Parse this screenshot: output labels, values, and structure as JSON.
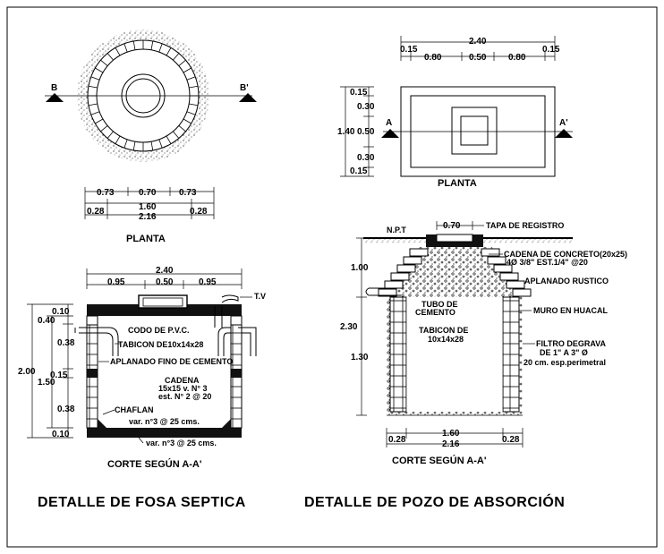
{
  "septic": {
    "plan": {
      "section_left": "B",
      "section_right": "B'",
      "dims_top": [
        "0.73",
        "0.70",
        "0.73"
      ],
      "dims_mid": "1.60",
      "dims_side_left": "0.28",
      "dims_side_right": "0.28",
      "dims_total": "2.16",
      "title": "PLANTA"
    },
    "section": {
      "dims_top_total": "2.40",
      "dims_top": [
        "0.95",
        "0.50",
        "0.95"
      ],
      "dims_left_total": "2.00",
      "dims_left_inner": "1.50",
      "dims_left": [
        "0.10",
        "0.40",
        "0.38",
        "0.15",
        "0.38",
        "0.10"
      ],
      "labels": {
        "tv": "T.V",
        "codo": "CODO DE P.V.C.",
        "tabicon": "TABICON DE10x14x28",
        "aplanado": "APLANADO FINO DE CEMENTO",
        "cadena1": "CADENA",
        "cadena2": "15x15 v. N° 3",
        "cadena3": "est. N° 2 @ 20",
        "chaflan": "CHAFLAN",
        "var1": "var. n°3 @ 25 cms.",
        "var2": "var. n°3 @ 25 cms."
      },
      "title": "CORTE SEGÚN A-A'"
    },
    "heading": "DETALLE DE FOSA SEPTICA"
  },
  "pozo": {
    "plan": {
      "dims_top_total": "2.40",
      "dims_top_small": [
        "0.15",
        "0.15"
      ],
      "dims_top": [
        "0.80",
        "0.50",
        "0.80"
      ],
      "dims_left_total": "1.40",
      "dims_left": [
        "0.15",
        "0.30",
        "0.50",
        "0.30",
        "0.15"
      ],
      "section_left": "A",
      "section_right": "A'",
      "title": "PLANTA"
    },
    "section": {
      "npt": "N.P.T",
      "dim_top": "0.70",
      "dims_left_total": "2.30",
      "dims_left": [
        "1.00",
        "1.30"
      ],
      "labels": {
        "tapa": "TAPA DE REGISTRO",
        "cadena1": "CADENA DE CONCRETO(20x25)",
        "cadena2": "4Ø 3/8\"   EST.1/4\" @20",
        "aplanado": "APLANADO RUSTICO",
        "tubo1": "TUBO DE",
        "tubo2": "CEMENTO",
        "muro": "MURO EN HUACAL",
        "tabicon1": "TABICON DE",
        "tabicon2": "10x14x28",
        "filtro1": "FILTRO DEGRAVA",
        "filtro2": "DE 1\" A 3\" Ø",
        "filtro3": "20 cm. esp.perimetral"
      },
      "dims_bottom_mid": "1.60",
      "dims_bottom_left": "0.28",
      "dims_bottom_right": "0.28",
      "dims_bottom_total": "2.16",
      "title": "CORTE SEGÚN A-A'"
    },
    "heading": "DETALLE DE POZO DE ABSORCIÓN"
  }
}
